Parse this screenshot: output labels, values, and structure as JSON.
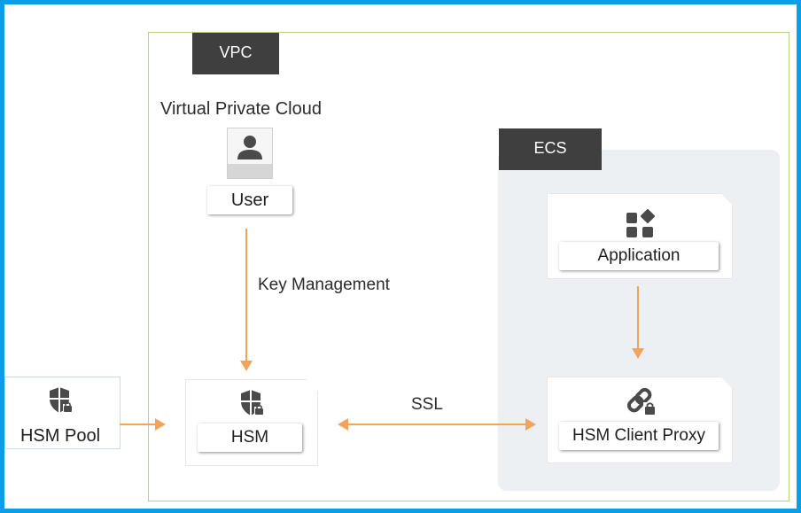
{
  "vpc": {
    "tag": "VPC",
    "subtitle": "Virtual Private Cloud"
  },
  "ecs": {
    "tag": "ECS"
  },
  "user": {
    "label": "User",
    "icon": "user-icon"
  },
  "key_management": {
    "label": "Key Management"
  },
  "hsm": {
    "label": "HSM",
    "icon": "shield-lock-icon"
  },
  "hsm_pool": {
    "label": "HSM Pool",
    "icon": "shield-lock-icon"
  },
  "ssl": {
    "label": "SSL"
  },
  "application": {
    "label": "Application",
    "icon": "apps-icon"
  },
  "hsm_client_proxy": {
    "label": "HSM Client Proxy",
    "icon": "chain-lock-icon"
  },
  "colors": {
    "frame": "#0a9ee6",
    "vpc_border": "#b6d57a",
    "tag_bg": "#3f3f3f",
    "arrow": "#f3a45c",
    "ecs_bg": "#edf0f3"
  }
}
